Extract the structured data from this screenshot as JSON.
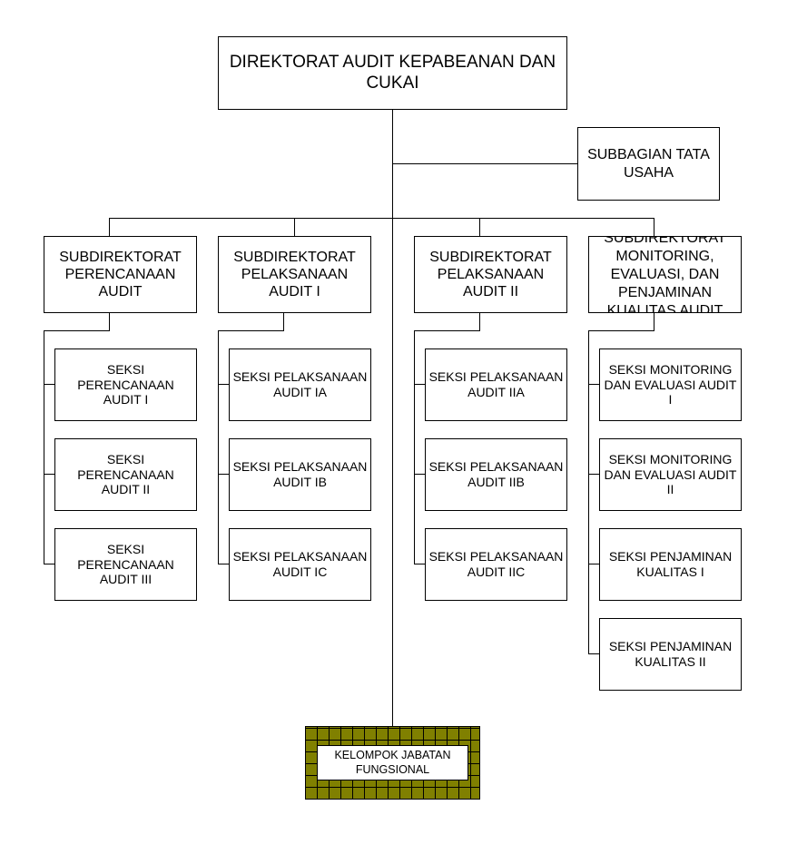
{
  "director": {
    "title": "DIREKTORAT AUDIT KEPABEANAN DAN CUKAI"
  },
  "subbagian": {
    "title": "SUBBAGIAN TATA USAHA"
  },
  "subdirectorates": [
    {
      "title": "SUBDIREKTORAT PERENCANAAN AUDIT",
      "sections": [
        "SEKSI PERENCANAAN AUDIT I",
        "SEKSI PERENCANAAN AUDIT II",
        "SEKSI PERENCANAAN AUDIT III"
      ]
    },
    {
      "title": "SUBDIREKTORAT PELAKSANAAN AUDIT I",
      "sections": [
        "SEKSI PELAKSANAAN AUDIT IA",
        "SEKSI PELAKSANAAN AUDIT IB",
        "SEKSI PELAKSANAAN AUDIT IC"
      ]
    },
    {
      "title": "SUBDIREKTORAT PELAKSANAAN AUDIT II",
      "sections": [
        "SEKSI PELAKSANAAN AUDIT IIA",
        "SEKSI PELAKSANAAN AUDIT IIB",
        "SEKSI PELAKSANAAN AUDIT IIC"
      ]
    },
    {
      "title": "SUBDIREKTORAT MONITORING, EVALUASI, DAN PENJAMINAN KUALITAS AUDIT",
      "sections": [
        "SEKSI MONITORING DAN EVALUASI AUDIT I",
        "SEKSI MONITORING DAN EVALUASI AUDIT II",
        "SEKSI PENJAMINAN KUALITAS I",
        "SEKSI PENJAMINAN KUALITAS II"
      ]
    }
  ],
  "fungsional": {
    "title": "KELOMPOK JABATAN FUNGSIONAL"
  },
  "colors": {
    "line": "#000000",
    "box_border": "#000000",
    "pattern_fill": "#808000"
  }
}
